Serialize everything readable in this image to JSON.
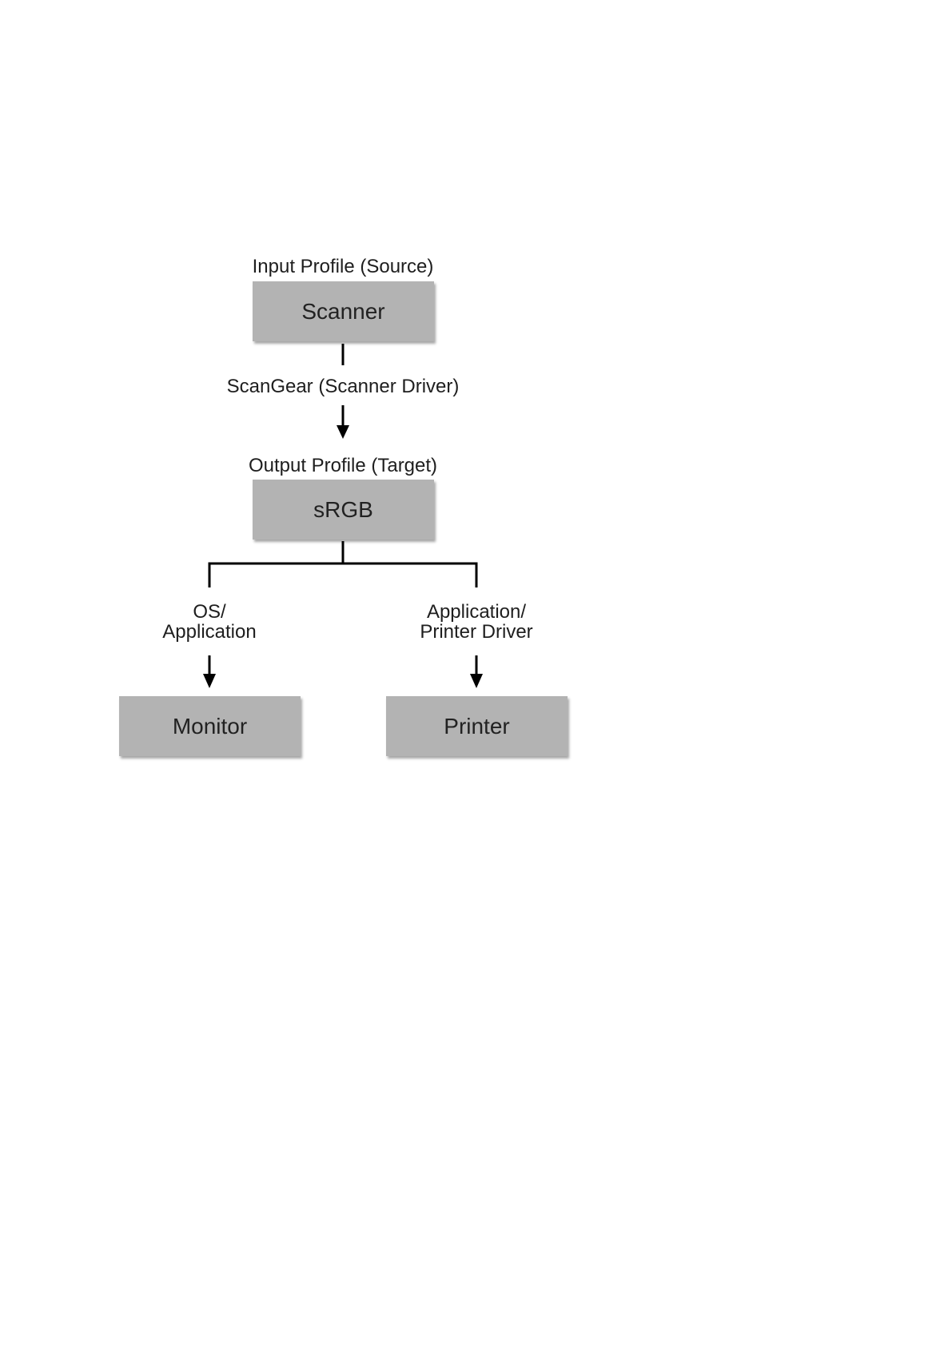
{
  "diagram": {
    "nodes": {
      "scanner": "Scanner",
      "srgb": "sRGB",
      "monitor": "Monitor",
      "printer": "Printer"
    },
    "labels": {
      "input_profile": "Input Profile (Source)",
      "scangear": "ScanGear (Scanner Driver)",
      "output_profile": "Output Profile (Target)",
      "os_application_line1": "OS/",
      "os_application_line2": "Application",
      "app_printer_line1": "Application/",
      "app_printer_line2": "Printer Driver"
    },
    "colors": {
      "box_fill": "#b3b3b3",
      "line": "#000000"
    }
  }
}
